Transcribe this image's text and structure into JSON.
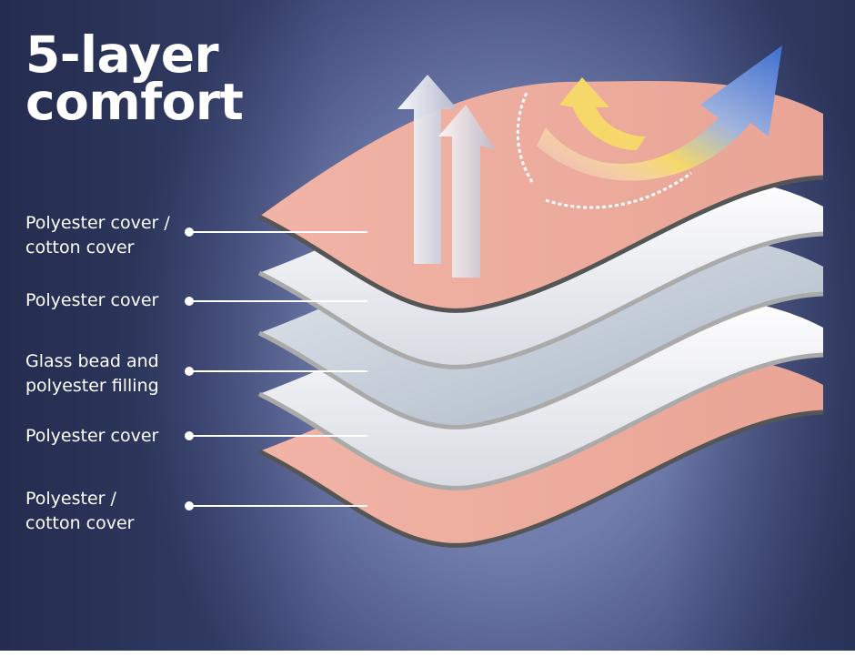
{
  "title": {
    "line1": "5-layer",
    "line2": "comfort"
  },
  "layers": [
    {
      "line1": "Polyester cover /",
      "line2": "cotton cover"
    },
    {
      "line1": "Polyester cover",
      "line2": ""
    },
    {
      "line1": "Glass bead and",
      "line2": "polyester filling"
    },
    {
      "line1": "Polyester cover",
      "line2": ""
    },
    {
      "line1": "Polyester /",
      "line2": "cotton cover"
    }
  ],
  "colors": {
    "pink": "#eeb0a2",
    "white_layer": "#f2f2f4",
    "beads": "#c9d2dc",
    "arrow_yellow": "#f6d86a",
    "arrow_blue": "#3f6fd0"
  }
}
